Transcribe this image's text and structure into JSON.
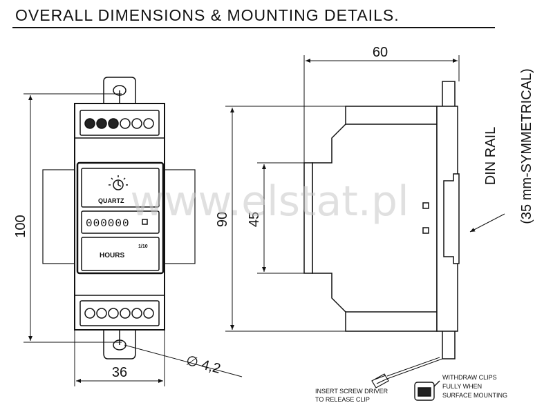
{
  "title": "OVERALL DIMENSIONS & MOUNTING DETAILS.",
  "front_view": {
    "width_label": "36",
    "height_label": "100",
    "hole_label": "∅ 4,2",
    "display": {
      "brand": "QUARTZ",
      "counter": "000000",
      "unit": "HOURS",
      "resolution": "1/10"
    }
  },
  "side_view": {
    "depth_label": "60",
    "height_label": "90",
    "window_label": "45"
  },
  "rail": {
    "label": "DIN RAIL",
    "sublabel": "(35 mm-SYMMETRICAL)"
  },
  "notes": {
    "screwdriver": [
      "INSERT SCREW DRIVER",
      "TO RELEASE CLIP"
    ],
    "withdraw": [
      "WITHDRAW CLIPS",
      "FULLY WHEN",
      "SURFACE MOUNTING"
    ]
  },
  "watermark": "www.elstat.pl",
  "colors": {
    "line": "#111111",
    "background": "#ffffff",
    "watermark": "#c8c8c8"
  }
}
